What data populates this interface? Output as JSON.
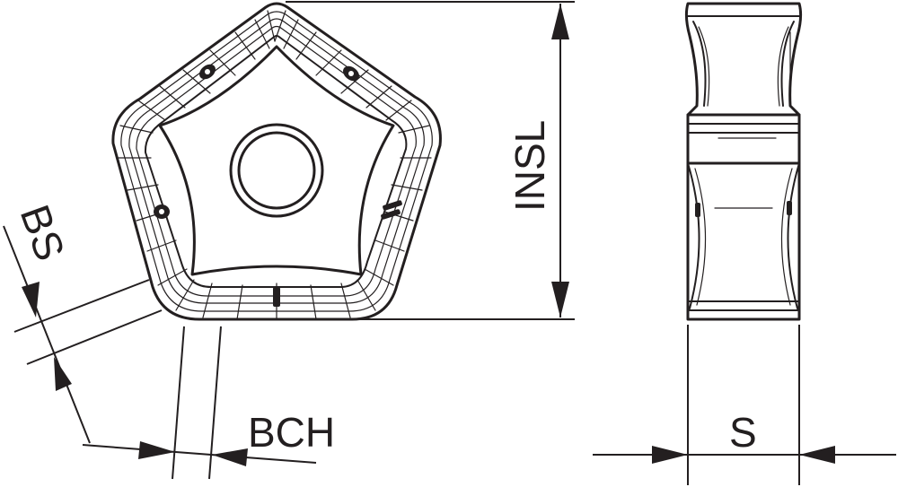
{
  "labels": {
    "insl": "INSL",
    "bs": "BS",
    "bch": "BCH",
    "s": "S"
  },
  "colors": {
    "line": "#231f20",
    "background": "#ffffff"
  }
}
